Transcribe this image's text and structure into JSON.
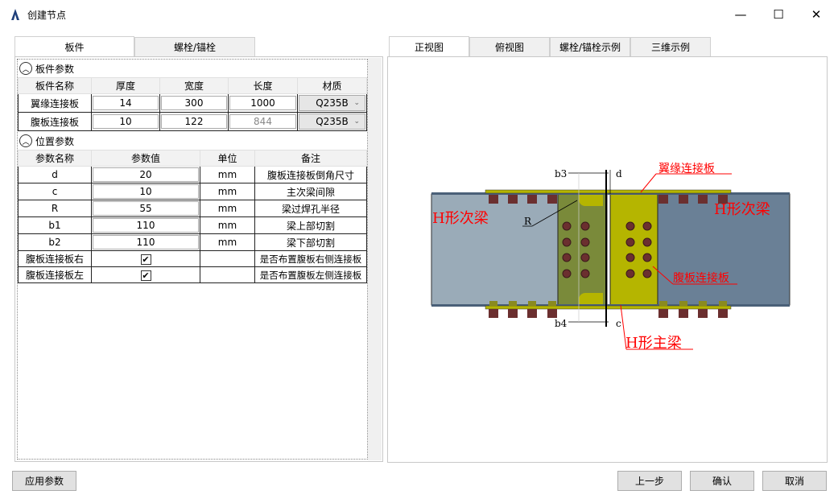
{
  "window": {
    "title": "创建节点",
    "minimize": "—",
    "maximize": "☐",
    "close": "✕"
  },
  "left_tabs": [
    "板件",
    "螺栓/锚栓"
  ],
  "right_tabs": [
    "正视图",
    "俯视图",
    "螺栓/锚栓示例",
    "三维示例"
  ],
  "plate_section": {
    "title": "板件参数",
    "headers": [
      "板件名称",
      "厚度",
      "宽度",
      "长度",
      "材质"
    ],
    "rows": [
      [
        "翼缘连接板",
        "14",
        "300",
        "1000",
        "Q235B"
      ],
      [
        "腹板连接板",
        "10",
        "122",
        "844",
        "Q235B"
      ]
    ]
  },
  "position_section": {
    "title": "位置参数",
    "headers": [
      "参数名称",
      "参数值",
      "单位",
      "备注"
    ],
    "rows": [
      [
        "d",
        "20",
        "mm",
        "腹板连接板倒角尺寸"
      ],
      [
        "c",
        "10",
        "mm",
        "主次梁间隙"
      ],
      [
        "R",
        "55",
        "mm",
        "梁过焊孔半径"
      ],
      [
        "b1",
        "110",
        "mm",
        "梁上部切割"
      ],
      [
        "b2",
        "110",
        "mm",
        "梁下部切割"
      ]
    ],
    "check_rows": [
      [
        "腹板连接板右",
        "✔",
        "",
        "是否布置腹板右侧连接板"
      ],
      [
        "腹板连接板左",
        "✔",
        "",
        "是否布置腹板左侧连接板"
      ]
    ]
  },
  "diagram": {
    "left_beam": "H形次梁",
    "right_beam": "H形次梁",
    "main_beam": "H形主梁",
    "flange_plate": "翼缘连接板",
    "web_plate": "腹板连接板",
    "b3": "b3",
    "b4": "b4",
    "d": "d",
    "c": "c",
    "R": "R",
    "colors": {
      "left_beam": "#9aabb8",
      "right_beam": "#6a8096",
      "plate_dark": "#7a8a3a",
      "plate": "#b5b500",
      "bolt": "#6b2f2f",
      "label": "#ff0000"
    }
  },
  "buttons": {
    "apply": "应用参数",
    "prev": "上一步",
    "ok": "确认",
    "cancel": "取消"
  }
}
